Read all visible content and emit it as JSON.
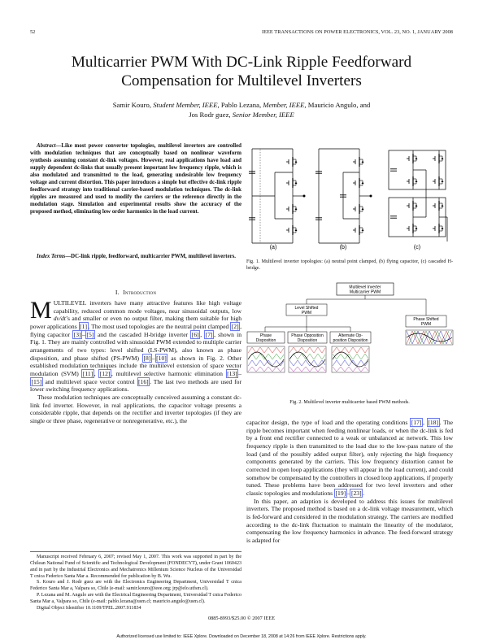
{
  "header": {
    "page_number": "52",
    "journal": "IEEE TRANSACTIONS ON POWER ELECTRONICS, VOL. 23, NO. 1, JANUARY 2008"
  },
  "title": {
    "line1": "Multicarrier PWM With DC-Link Ripple Feedforward",
    "line2": "Compensation for Multilevel Inverters"
  },
  "authors": {
    "a1_name": "Samir Kouro,",
    "a1_role": "Student Member, IEEE,",
    "a2_name": "Pablo Lezana,",
    "a2_role": "Member, IEEE,",
    "a3_name": "Mauricio Angulo,",
    "a3_end": "and",
    "a4_name": "Jos   Rodr guez,",
    "a4_role": "Senior Member, IEEE"
  },
  "abstract": {
    "label": "Abstract",
    "text": "—Like most power converter topologies, multilevel inverters are controlled with modulation techniques that are conceptually based on nonlinear waveform synthesis assuming constant dc-link voltages. However, real applications have load and supply dependent dc-links that usually present important low frequency ripple, which is also modulated and transmitted to the load, generating undesirable low frequency voltage and current distortion. This paper introduces a simple but effective dc-link ripple feedforward strategy into traditional carrier-based modulation techniques. The dc-link ripples are measured and used to modify the carriers or the reference directly in the modulation stage. Simulation and experimental results show the accuracy of the proposed method, eliminating low order harmonics in the load current."
  },
  "index_terms": {
    "label": "Index Terms",
    "text": "—DC-link ripple, feedforward, multicarrier PWM, multilevel inverters."
  },
  "section1": {
    "number": "I.",
    "title": "Introduction"
  },
  "intro": {
    "dropcap": "M",
    "p1_a": "ULTILEVEL inverters have many attractive features like high voltage capability, reduced common mode voltages, near sinusoidal outputs, low ",
    "p1_dvdt": "dv/dt",
    "p1_b": "’s and smaller or even no output filter, making them suitable for high power applications ",
    "ref1": "[1]",
    "p1_c": ". The most used topologies are the neutral point clamped ",
    "ref2": "[2]",
    "p1_d": ", flying capacitor ",
    "ref3": "[3]",
    "p1_e": "–",
    "ref5": "[5]",
    "p1_f": " and the cascaded H-bridge inverter ",
    "ref6": "[6]",
    "p1_g": ", ",
    "ref7": "[7]",
    "p1_h": ", shown in Fig. 1. They are mainly controlled with sinusoidal PWM extended to multiple carrier arrangements of two types: level shifted (LS-PWM), also known as phase disposition, and phase shifted (PS-PWM) ",
    "ref8": "[8]",
    "p1_i": "–",
    "ref10": "[10]",
    "p1_j": " as shown in Fig. 2. Other established modulation techniques include the multilevel extension of space vector modulation (SVM) ",
    "ref11": "[11]",
    "p1_k": ", ",
    "ref12": "[12]",
    "p1_l": ", multilevel selective harmonic elimination ",
    "ref13": "[13]",
    "p1_m": "–",
    "ref15": "[15]",
    "p1_n": " and multilevel space vector control ",
    "ref16": "[16]",
    "p1_o": ". The last two methods are used for lower switching frequency applications.",
    "p2": "These modulation techniques are conceptually conceived assuming a constant dc-link fed inverter. However, in real applications, the capacitor voltage presents a considerable ripple, that depends on the rectifier and inverter topologies (if they are single or three phase, regenerative or nonregenerative, etc.), the"
  },
  "footnote": {
    "p1": "Manuscript received February 6, 2007; revised May 1, 2007. This work was supported in part by the Chilean National Fund of Scientific and Technological Development (FONDECYT), under Grant 1060423 and in part by the Industrial Electronics and Mechatronics Millenium Science Nucleus of the Universidad T cnica Federico Santa Mar a. Recommended for publication by B. Wu.",
    "p2": "S. Kouro and J. Rodr guez are with the Electronics Engineering Department, Universidad T cnica Federico Santa Mar a, Valpara so, Chile (e-mail: samir.kouro@ieee.org; jrp@elo.utfsm.cl).",
    "p3": "P. Lezana and M. Angulo are with the Electrical Engineering Department, Universidad T cnica Federico Santa Mar a, Valpara so, Chile (e-mail: pablo.lezana@usm.cl; mauricio.angulo@usm.cl).",
    "doi": "Digital Object Identifier 10.1109/TPEL.2007.911834"
  },
  "fig1": {
    "label_a": "(a)",
    "label_b": "(b)",
    "label_c": "(c)",
    "caption": "Fig. 1.   Multilevel inverter topologies: (a) neutral point clamped, (b) flying capacitor, (c) cascaded H-bridge."
  },
  "fig2": {
    "root_l1": "Multilevel Inverter",
    "root_l2": "Multicarrier PWM",
    "ls_l1": "Level Shifted",
    "ls_l2": "PWM",
    "ps_l1": "Phase Shifted",
    "ps_l2": "PWM",
    "pd_l1": "Phase",
    "pd_l2": "Disposition",
    "pod_l1": "Phase Opposition",
    "pod_l2": "Disposition",
    "apod_l1": "Alternate Op-",
    "apod_l2": "position Disposition",
    "caption": "Fig. 2.   Multilevel inverter multicarrier based PWM methods."
  },
  "right_text": {
    "a": "capacitor design, the type of load and the operating conditions ",
    "ref17": "[17]",
    "b": ", ",
    "ref18": "[18]",
    "c": ". The ripple becomes important when feeding nonlinear loads, or when the dc-link is fed by a front end rectifier connected to a weak or unbalanced ac network. This low frequency ripple is then transmitted to the load due to the low-pass nature of the load (and of the possibly added output filter), only rejecting the high frequency components generated by the carriers. This low frequency distortion cannot be corrected in open loop applications (they will appear in the load current), and could somehow be compensated by the controllers in closed loop applications, if properly tuned. These problems have been addressed for two level inverters and other classic topologies and modulations ",
    "ref19": "[19]",
    "d": "–",
    "ref23": "[23]",
    "e": ".",
    "p2": "In this paper, an adaption is developed to address this issues for multilevel inverters. The proposed method is based on a dc-link voltage measurement, which is fed-forward and considered in the modulation strategy. The carriers are modified according to the dc-link fluctuation to maintain the linearity of the modulator, compensating the low frequency harmonics in advance. The feed-forward strategy is adapted for"
  },
  "footer": {
    "copyright": "0885-8993/$25.00 © 2007 IEEE",
    "authorized": "Authorized licensed use limited to: IEEE Xplore. Downloaded on December 18, 2008 at 14:26 from IEEE Xplore.  Restrictions apply."
  }
}
